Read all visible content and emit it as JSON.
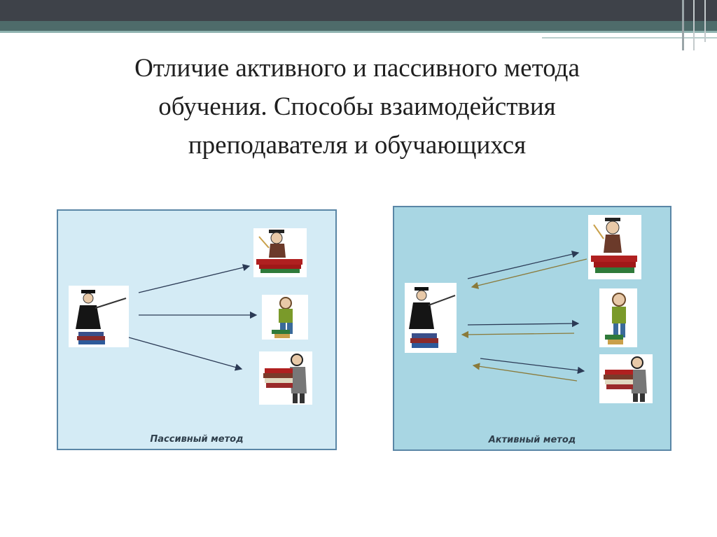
{
  "slide": {
    "title_lines": [
      "Отличие активного и пассивного метода",
      "обучения. Способы взаимодействия",
      "преподавателя и обучающихся"
    ]
  },
  "panels": {
    "passive": {
      "caption": "Пассивный метод"
    },
    "active": {
      "caption": "Активный метод"
    }
  },
  "colors": {
    "top_bar": "#3e4249",
    "teal_band": "#4e6b6a",
    "passive_bg": "#d4ebf5",
    "active_bg": "#a8d6e3",
    "panel_border": "#5a86a6",
    "arrow_out": "#2b3a55",
    "arrow_back": "#8a7a3a"
  },
  "icons": {
    "teacher": "teacher-figure-icon",
    "student_graduate": "graduate-student-books-icon",
    "student_thinking": "thinking-student-icon",
    "student_carrying_books": "student-carrying-books-icon"
  }
}
